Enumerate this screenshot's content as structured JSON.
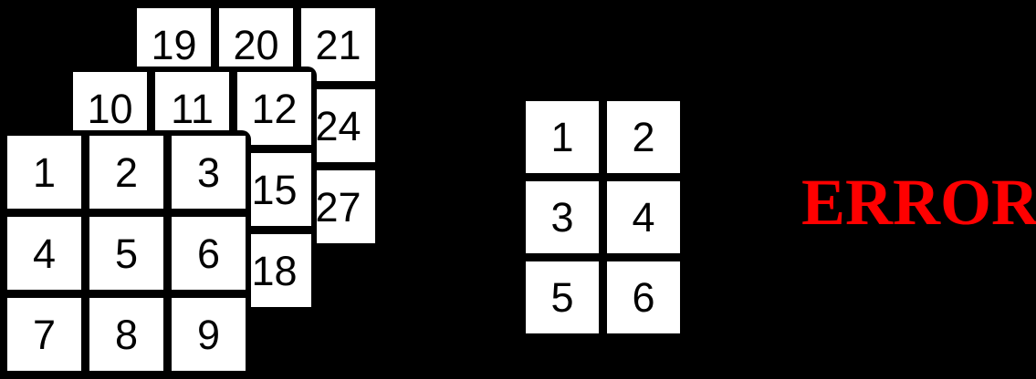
{
  "background_color": "#000000",
  "cell_background": "#ffffff",
  "cell_text_color": "#000000",
  "tensor": {
    "description": "stacked-3x3-layers",
    "layers": [
      {
        "name": "back",
        "cells": [
          "19",
          "20",
          "21",
          "",
          "",
          "24",
          "",
          "",
          "27"
        ]
      },
      {
        "name": "middle",
        "cells": [
          "10",
          "11",
          "12",
          "",
          "",
          "15",
          "",
          "",
          "18"
        ]
      },
      {
        "name": "front",
        "cells": [
          "1",
          "2",
          "3",
          "4",
          "5",
          "6",
          "7",
          "8",
          "9"
        ]
      }
    ]
  },
  "matrix": {
    "description": "3x2-grid",
    "cells": [
      "1",
      "2",
      "3",
      "4",
      "5",
      "6"
    ]
  },
  "error": {
    "text": "ERROR",
    "color": "#ff0000"
  }
}
